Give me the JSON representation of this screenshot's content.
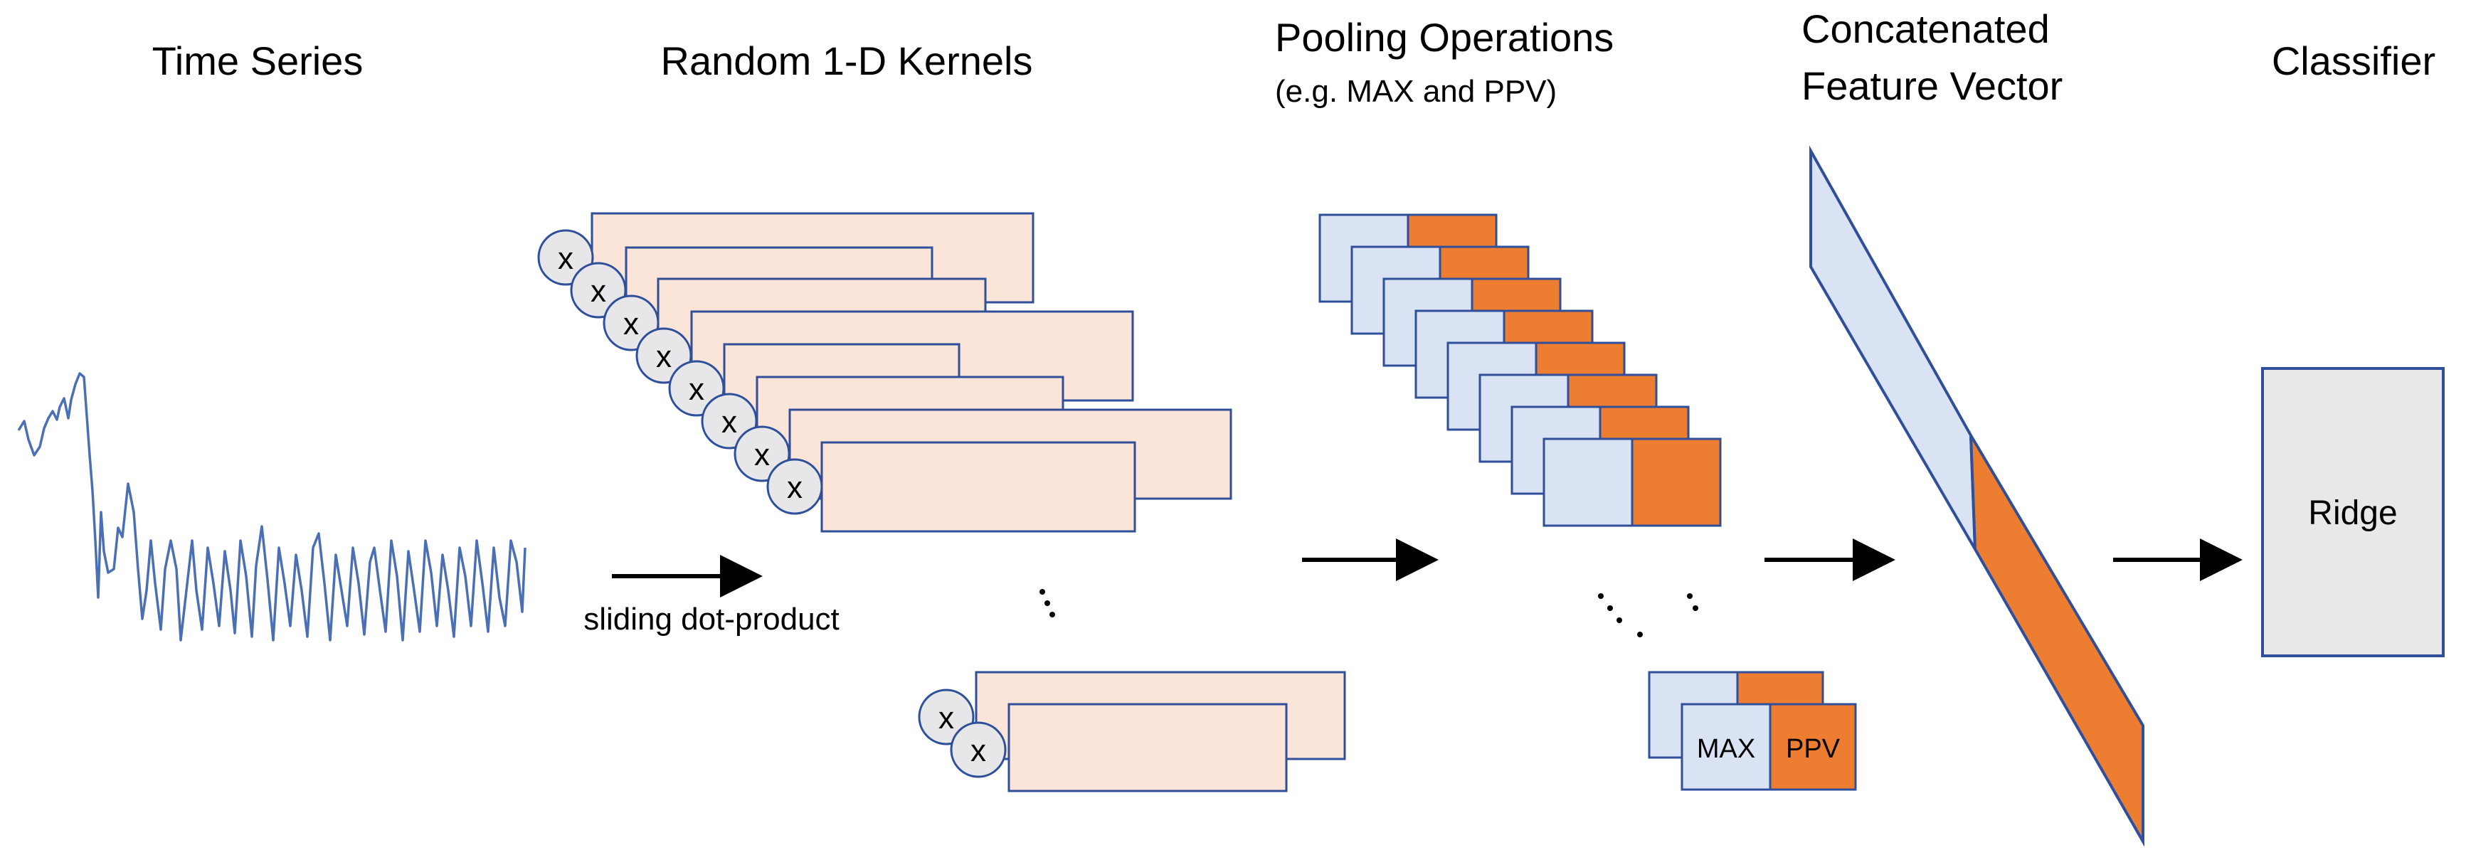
{
  "titles": {
    "time_series": "Time Series",
    "kernels": "Random 1-D Kernels",
    "pooling": "Pooling Operations",
    "pooling_sub": "(e.g. MAX and PPV)",
    "feature_line1": "Concatenated",
    "feature_line2": "Feature Vector",
    "classifier": "Classifier"
  },
  "arrow_label": "sliding dot-product",
  "kernel_symbol": "x",
  "pool_cells": {
    "max": "MAX",
    "ppv": "PPV"
  },
  "classifier_box": "Ridge",
  "colors": {
    "series_line": "#4a6fb5",
    "box_stroke": "#2f4f9a",
    "kernel_fill": "#fbe5d8",
    "max_fill": "#d9e3f3",
    "ppv_fill": "#ed7d31",
    "circle_fill": "#e7e7ea",
    "ridge_fill": "#e8e8e8"
  },
  "icons": [
    "multiply-circle-icon",
    "arrow-right-icon",
    "ellipsis-icon"
  ]
}
